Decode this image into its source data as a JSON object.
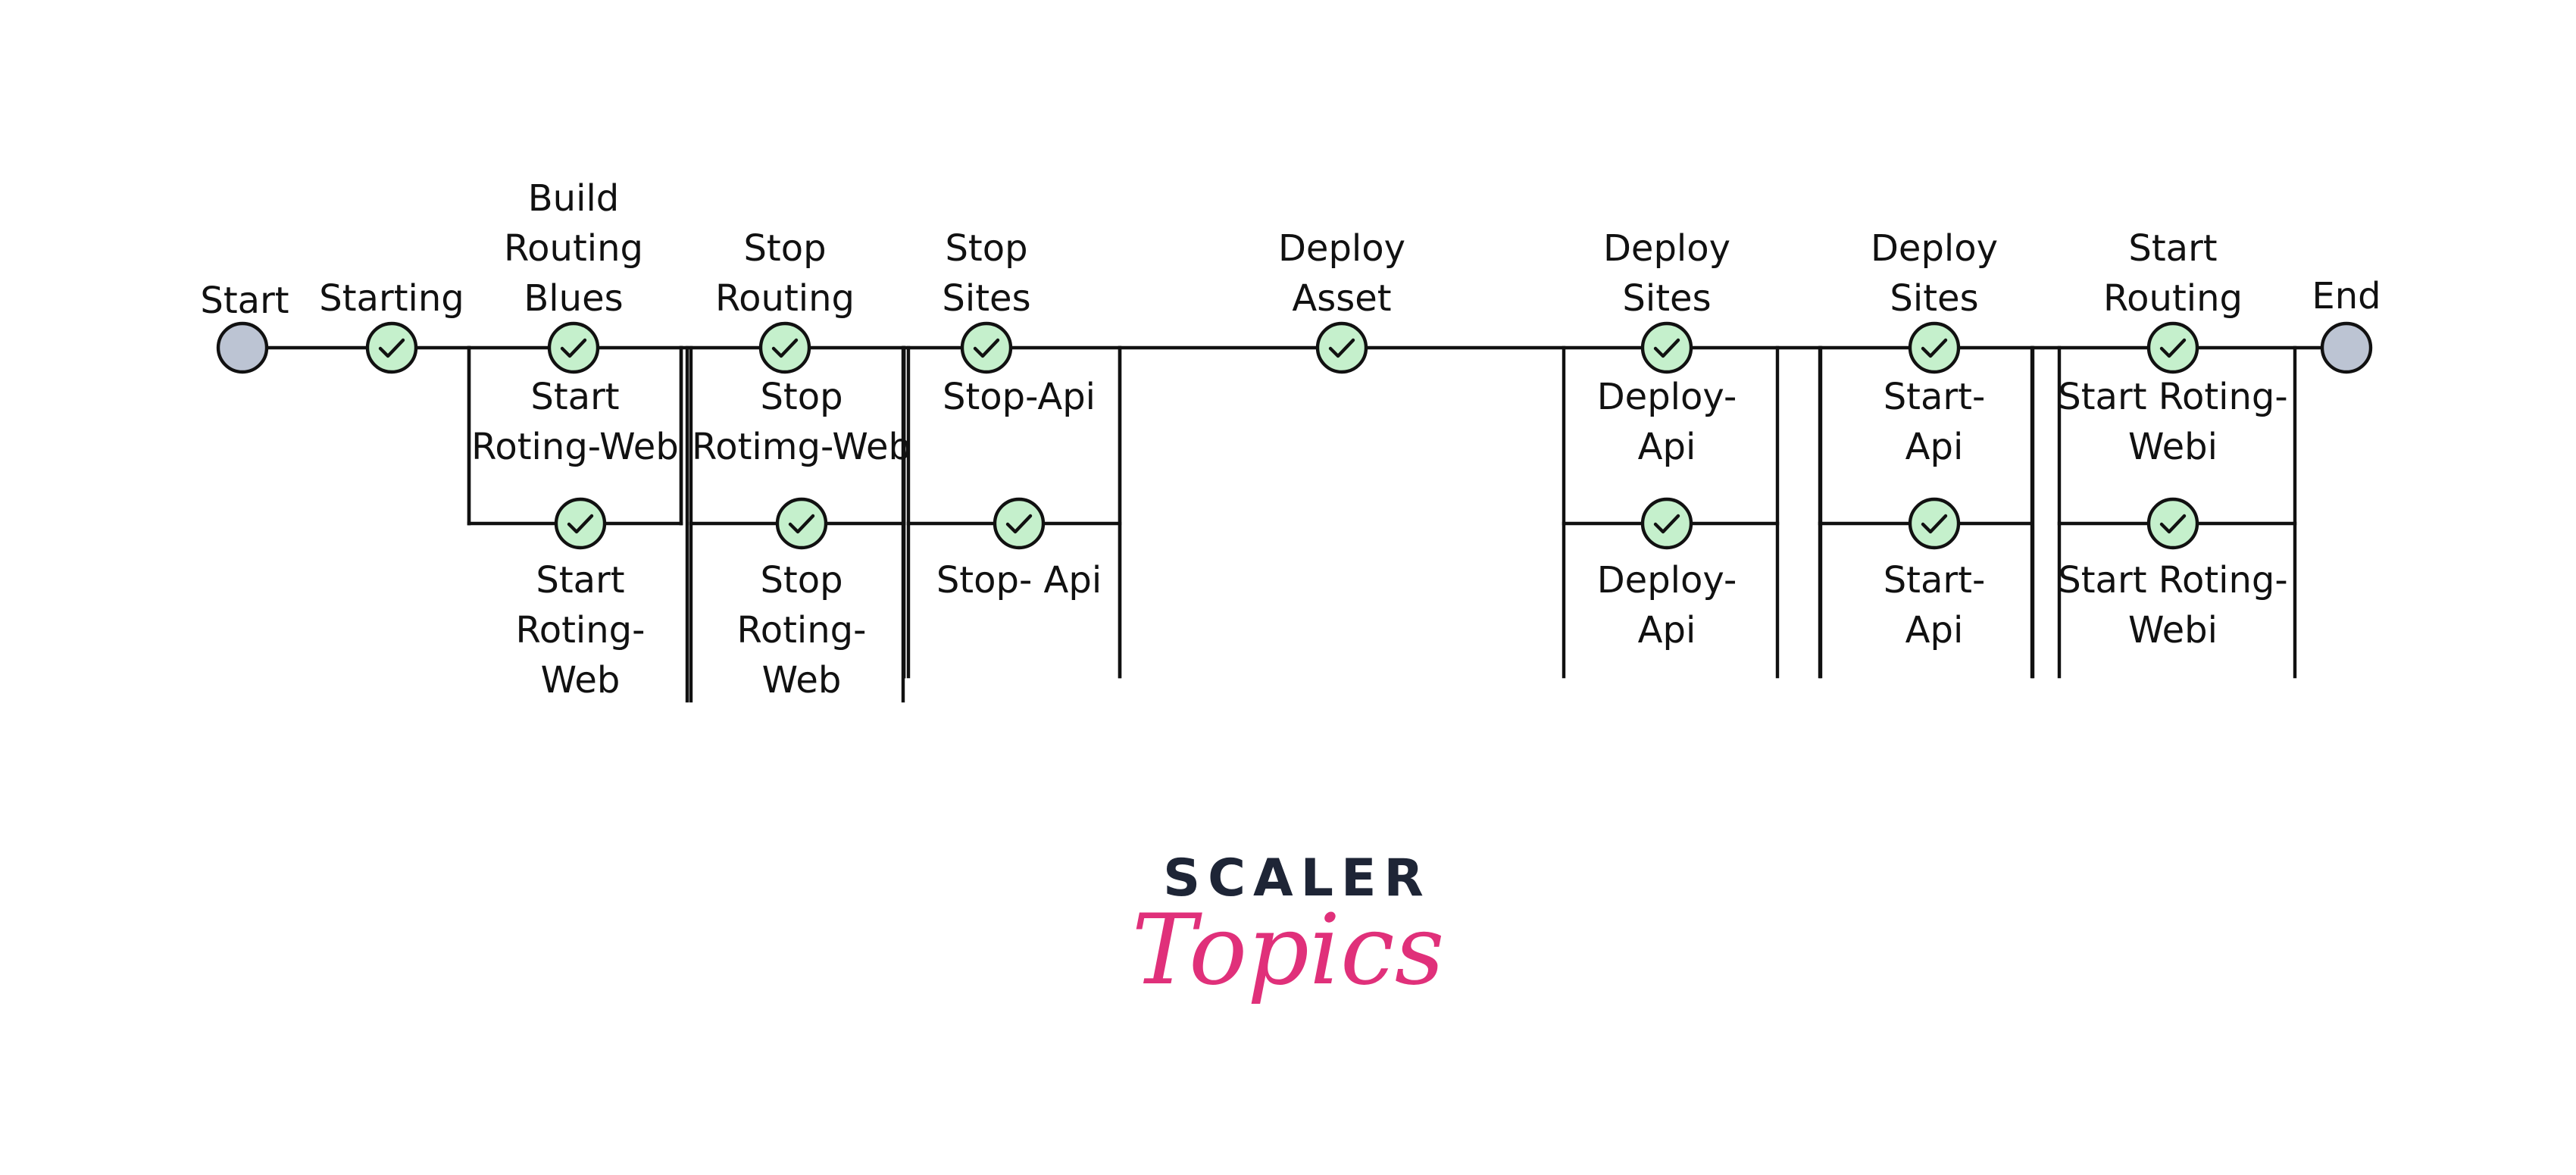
{
  "pipeline": {
    "start_label": "Start",
    "end_label": "End",
    "stages": [
      {
        "id": "starting",
        "title": [
          "Starting"
        ],
        "jobs": []
      },
      {
        "id": "build-routing-blues",
        "title": [
          "Build",
          "Routing",
          "Blues"
        ],
        "jobs": [
          {
            "label": [
              "Start",
              "Roting-Web"
            ]
          },
          {
            "label": [
              "Start",
              "Roting-",
              "Web"
            ]
          }
        ]
      },
      {
        "id": "stop-routing",
        "title": [
          "Stop",
          "Routing"
        ],
        "jobs": [
          {
            "label": [
              "Stop",
              "Rotimg-Web"
            ]
          },
          {
            "label": [
              "Stop",
              "Roting-",
              "Web"
            ]
          }
        ]
      },
      {
        "id": "stop-sites",
        "title": [
          "Stop",
          "Sites"
        ],
        "jobs": [
          {
            "label": [
              "Stop-Api"
            ]
          },
          {
            "label": [
              "Stop- Api"
            ]
          }
        ]
      },
      {
        "id": "deploy-asset",
        "title": [
          "Deploy",
          "Asset"
        ],
        "jobs": []
      },
      {
        "id": "deploy-sites-1",
        "title": [
          "Deploy",
          "Sites"
        ],
        "jobs": [
          {
            "label": [
              "Deploy-",
              "Api"
            ]
          },
          {
            "label": [
              "Deploy-",
              "Api"
            ]
          }
        ]
      },
      {
        "id": "deploy-sites-2",
        "title": [
          "Deploy",
          "Sites"
        ],
        "jobs": [
          {
            "label": [
              "Start-",
              "Api"
            ]
          },
          {
            "label": [
              "Start-",
              "Api"
            ]
          }
        ]
      },
      {
        "id": "start-routing",
        "title": [
          "Start",
          "Routing"
        ],
        "jobs": [
          {
            "label": [
              "Start Roting-",
              "Webi"
            ]
          },
          {
            "label": [
              "Start Roting-",
              "Webi"
            ]
          }
        ]
      }
    ]
  },
  "brand": {
    "top": "SCALER",
    "bottom": "Topics"
  },
  "colors": {
    "success_fill": "#c5f0cc",
    "terminal_fill": "#bcc4d3",
    "line": "#111111",
    "brand_dark": "#1e2536",
    "brand_pink": "#e0307a"
  }
}
